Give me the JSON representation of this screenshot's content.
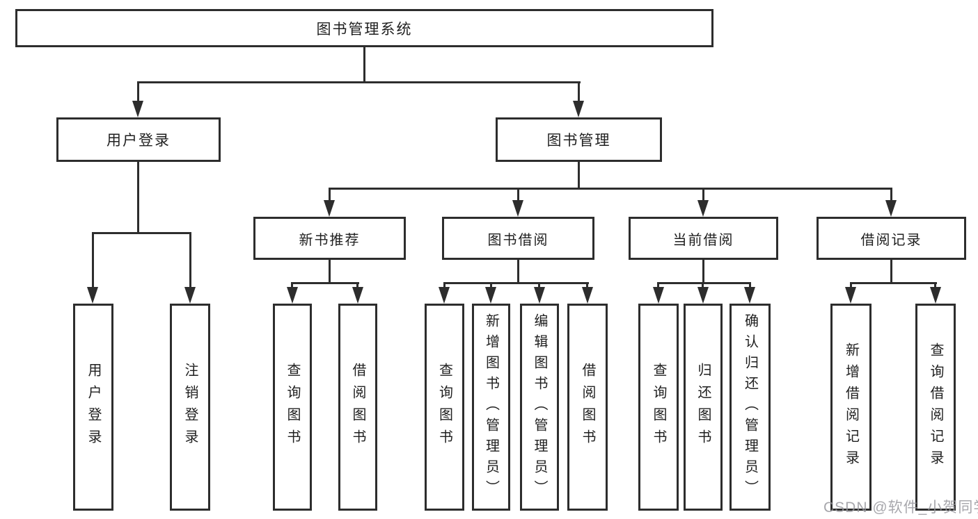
{
  "diagram_title": "图书管理系统",
  "nodes": {
    "root": "图书管理系统",
    "user_login": "用户登录",
    "book_mgmt": "图书管理",
    "user_login_leaf": "用户登录",
    "logout_leaf": "注销登录",
    "new_book_rec": "新书推荐",
    "book_borrow": "图书借阅",
    "current_borrow": "当前借阅",
    "borrow_records": "借阅记录",
    "nbr_query_book": "查询图书",
    "nbr_borrow_book": "借阅图书",
    "bb_query_book": "查询图书",
    "bb_add_book": "新增图书（管理员）",
    "bb_edit_book": "编辑图书（管理员）",
    "bb_borrow_book": "借阅图书",
    "cb_query_book": "查询图书",
    "cb_return_book": "归还图书",
    "cb_confirm_return": "确认归还（管理员）",
    "br_add_record": "新增借阅记录",
    "br_query_record": "查询借阅记录"
  },
  "watermark": "CSDN @软件_小贺同学",
  "colors": {
    "line": "#2d2d2d",
    "box_border": "#2d2d2d",
    "text": "#1f1f1f",
    "watermark": "#98989e",
    "background": "#ffffff"
  }
}
